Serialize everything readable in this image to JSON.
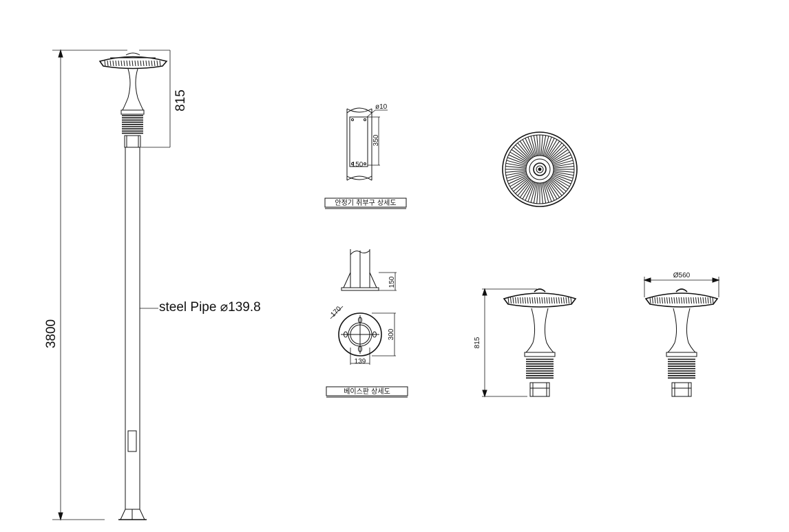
{
  "pole": {
    "total_height": "3800",
    "luminaire_height": "815",
    "pipe_label": "steel Pipe ⌀139.8"
  },
  "ballast_detail": {
    "hole_dia": "ø10",
    "height": "350",
    "width": "150",
    "caption": "안정기 취부구 상세도"
  },
  "base_detail": {
    "rib_height": "150",
    "bolt_spacing": "170",
    "plate_size": "300",
    "pipe_dia": "139",
    "caption": "베이스판 상세도"
  },
  "luminaire_views": {
    "front_height": "815",
    "side_width": "Ø560"
  }
}
